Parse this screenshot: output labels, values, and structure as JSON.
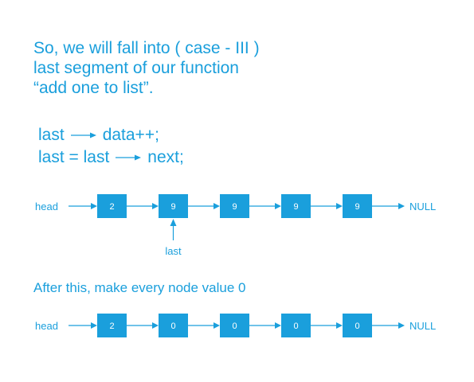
{
  "intro": {
    "line1": "So, we will fall into ( case - III )",
    "line2": "last segment of our function",
    "line3": "“add one to list”."
  },
  "code": {
    "line1_left": "last",
    "line1_right": "data++;",
    "line2_left": "last = last",
    "line2_right": "next;"
  },
  "list1": {
    "head_label": "head",
    "tail_label": "NULL",
    "nodes": [
      "2",
      "9",
      "9",
      "9",
      "9"
    ],
    "pointer_label": "last",
    "pointer_index": 1
  },
  "note": "After this, make every node value 0",
  "list2": {
    "head_label": "head",
    "tail_label": "NULL",
    "nodes": [
      "2",
      "0",
      "0",
      "0",
      "0"
    ]
  },
  "colors": {
    "accent": "#1a9fdc",
    "node_text": "#ffffff"
  }
}
